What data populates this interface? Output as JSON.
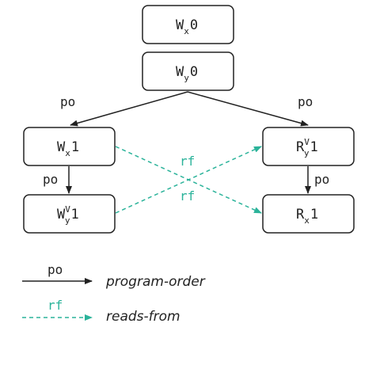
{
  "colors": {
    "po": "#222222",
    "rf": "#2bb39a"
  },
  "nodes": {
    "wx0": {
      "letter": "W",
      "sub": "x",
      "sup": "",
      "value": "0"
    },
    "wy0": {
      "letter": "W",
      "sub": "y",
      "sup": "",
      "value": "0"
    },
    "wx1": {
      "letter": "W",
      "sub": "x",
      "sup": "",
      "value": "1"
    },
    "rvy1": {
      "letter": "R",
      "sub": "y",
      "sup": "V",
      "value": "1"
    },
    "wvy1": {
      "letter": "W",
      "sub": "y",
      "sup": "V",
      "value": "1"
    },
    "rx1": {
      "letter": "R",
      "sub": "x",
      "sup": "",
      "value": "1"
    }
  },
  "edges": {
    "po_left": "po",
    "po_right": "po",
    "po_left_lower": "po",
    "po_right_lower": "po",
    "rf_upper": "rf",
    "rf_lower": "rf"
  },
  "legend": {
    "po_tag": "po",
    "po_text": "program-order",
    "rf_tag": "rf",
    "rf_text": "reads-from"
  }
}
